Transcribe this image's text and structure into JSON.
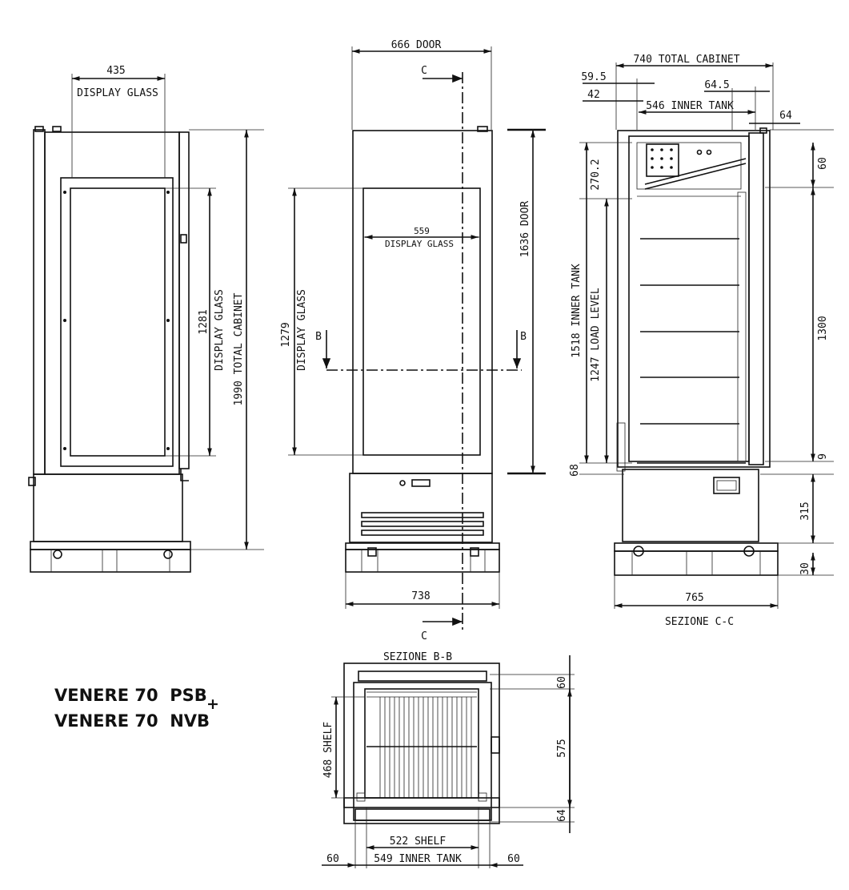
{
  "models": {
    "line1": "VENERE 70  PSB",
    "line2": "VENERE 70  NVB",
    "plus": "+"
  },
  "side_view": {
    "glass_width": "435",
    "glass_width_label": "DISPLAY GLASS",
    "glass_height": "1281",
    "glass_height_label": "DISPLAY GLASS",
    "total_height": "1990  TOTAL CABINET"
  },
  "front_view": {
    "door_width": "666 DOOR",
    "section_c": "C",
    "glass_width": "559",
    "glass_width_label": "DISPLAY GLASS",
    "glass_height": "1279",
    "glass_height_label": "DISPLAY GLASS",
    "door_height": "1636 DOOR",
    "section_b": "B",
    "base_width": "738"
  },
  "section_cc": {
    "total": "740 TOTAL CABINET",
    "d59": "59.5",
    "d42": "42",
    "d64_5": "64.5",
    "inner_tank_width": "546 INNER TANK",
    "d64": "64",
    "d60": "60",
    "d270": "270.2",
    "inner_tank_height": "1518  INNER TANK",
    "load_level": "1247  LOAD LEVEL",
    "d1300": "1300",
    "d68": "68",
    "d9": "9",
    "d315": "315",
    "d30": "30",
    "base_width": "765",
    "title": "SEZIONE C-C"
  },
  "section_bb": {
    "title": "SEZIONE B-B",
    "d60": "60",
    "d575": "575",
    "d64": "64",
    "shelf_depth": "468 SHELF",
    "shelf_width": "522 SHELF",
    "inner_tank": "549 INNER TANK",
    "left60": "60",
    "right60": "60"
  }
}
